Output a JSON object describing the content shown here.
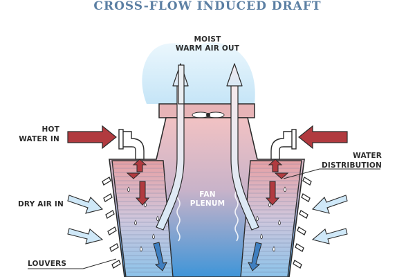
{
  "diagram": {
    "title": "CROSS-FLOW INDUCED DRAFT",
    "labels": {
      "moist_line1": "MOIST",
      "moist_line2": "WARM AIR OUT",
      "hot_line1": "HOT",
      "hot_line2": "WATER IN",
      "water_line1": "WATER",
      "water_line2": "DISTRIBUTION",
      "fan_line1": "FAN",
      "fan_line2": "PLENUM",
      "dry_air": "DRY AIR IN",
      "louvers": "LOUVERS"
    },
    "colors": {
      "title": "#5b7fa3",
      "hot_arrow": "#b13a3f",
      "warm_top": "#e8a3a6",
      "cold_bottom": "#3f95d8",
      "air_arrow": "#cfe8f8",
      "outline": "#2a2a2a"
    }
  }
}
